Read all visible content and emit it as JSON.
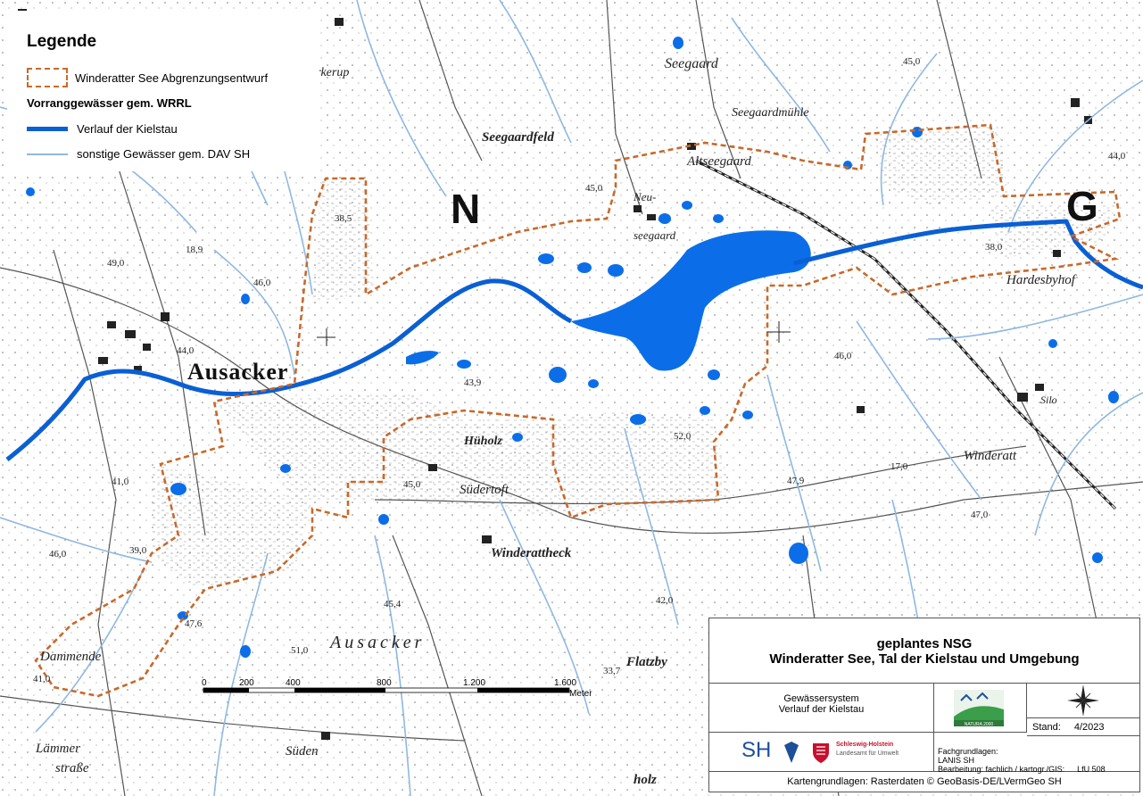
{
  "legend": {
    "title": "Legende",
    "items": [
      {
        "label": "Winderatter See Abgrenzungsentwurf",
        "symbol": "dashed-boundary"
      },
      {
        "label": "Vorranggewässer gem. WRRL",
        "symbol": "heading"
      },
      {
        "label": "Verlauf der Kielstau",
        "symbol": "thick-line"
      },
      {
        "label": "sonstige Gewässer gem. DAV SH",
        "symbol": "thin-line"
      }
    ]
  },
  "map": {
    "sheet_letters": [
      "N",
      "G"
    ],
    "places": [
      "Ausacker",
      "Seegaard",
      "Seegaardmühle",
      "Seegaardfeld",
      "Altseegaard",
      "Neu-",
      "seegaard",
      "Hardesbyhof",
      "Hüholz",
      "Südertoft",
      "Winderattheck",
      "Winderatt",
      "Dammende",
      "Lämmer",
      "straße",
      "Silo",
      "Flatzby",
      "Süden",
      "holz",
      "rkerup"
    ],
    "elevations": [
      "18,9",
      "49,0",
      "46,0",
      "44,0",
      "38,5",
      "45,0",
      "43,9",
      "46,0",
      "52,0",
      "17,0",
      "47,9",
      "47,0",
      "41,0",
      "39,0",
      "46,0",
      "47,6",
      "45,4",
      "51,0",
      "33,7",
      "42,0",
      "38,0",
      "44,0",
      "45,0",
      "41,0",
      "45,0"
    ]
  },
  "scale": {
    "ticks": [
      "0",
      "200",
      "400",
      "800",
      "1.200",
      "1.600"
    ],
    "unit": "Meter"
  },
  "title_block": {
    "title_line1": "geplantes NSG",
    "title_line2": "Winderatter See, Tal der Kielstau und Umgebung",
    "system_line1": "Gewässersystem",
    "system_line2": "Verlauf der Kielstau",
    "stand_label": "Stand:",
    "stand_value": "4/2023",
    "agency_short": "SH",
    "agency_name1": "Schleswig-Holstein",
    "agency_name2": "Landesamt für Umwelt",
    "fach_label": "Fachgrundlagen:",
    "fach_value": "LANIS SH",
    "bearbeitung": "Bearbeitung: fachlich / kartogr./GIS:",
    "lfu": "LfU 508",
    "footer": "Kartengrundlagen: Rasterdaten © GeoBasis-DE/LVermGeo SH",
    "natura_logo_text": "NATURA 2000"
  },
  "colors": {
    "kielstau": "#0a5fd4",
    "streams": "#8fb8e0",
    "boundary": "#c8692a",
    "lake": "#0b6ee8",
    "roads": "#555555"
  }
}
